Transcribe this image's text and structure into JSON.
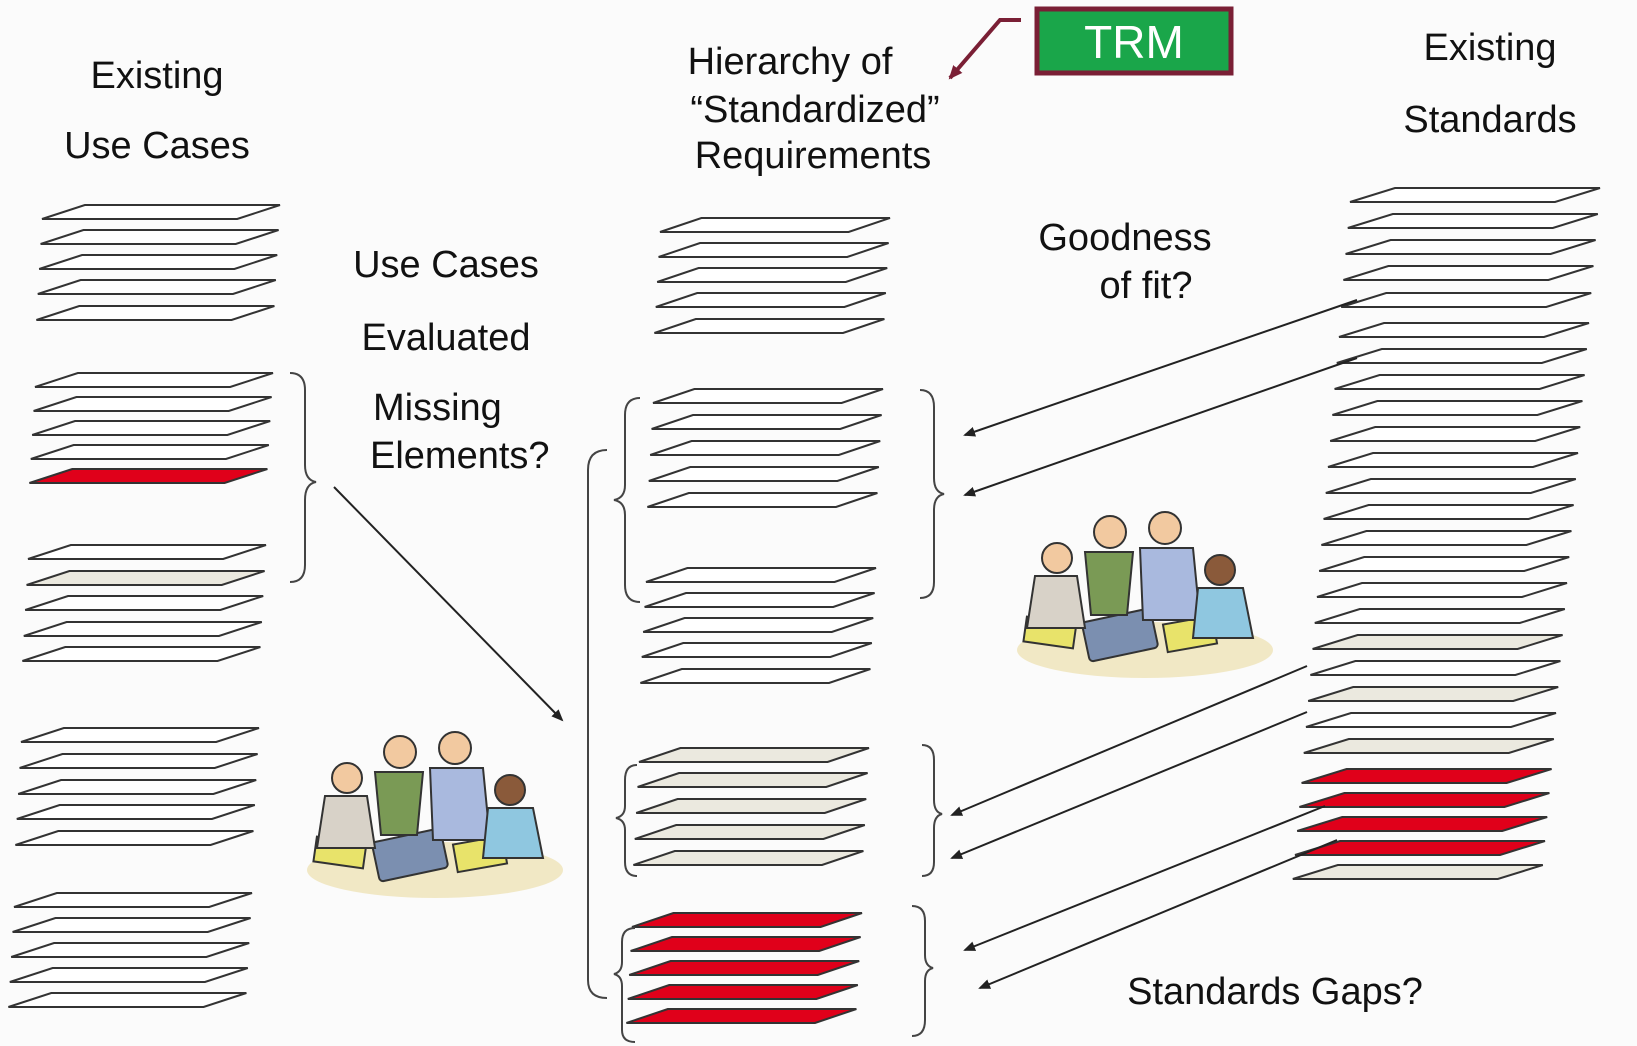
{
  "labels": {
    "existing_use_cases_1": "Existing",
    "existing_use_cases_2": "Use Cases",
    "hierarchy_1": "Hierarchy of",
    "hierarchy_2": "“Standardized”",
    "hierarchy_3": "Requirements",
    "existing_standards_1": "Existing",
    "existing_standards_2": "Standards",
    "use_cases_1": "Use Cases",
    "use_cases_2": "Evaluated",
    "missing_1": "Missing",
    "missing_2": "Elements?",
    "goodness_1": "Goodness",
    "goodness_2": "of fit?",
    "standards_gaps": "Standards Gaps?",
    "trm": "TRM"
  },
  "colors": {
    "sheet_white": "#ffffff",
    "sheet_beige": "#ebe9df",
    "sheet_red": "#e0001a",
    "outline": "#333333",
    "trm_fill": "#1aa64a",
    "trm_border": "#7a1f35",
    "arrow": "#222222"
  },
  "stacks": {
    "left": [
      "white",
      "white",
      "white",
      "white",
      "white",
      "white",
      "white",
      "white",
      "white",
      "red",
      "white",
      "beige",
      "white",
      "white",
      "white",
      "white",
      "white",
      "white",
      "white",
      "white",
      "white",
      "white",
      "white",
      "white",
      "white"
    ],
    "middle": [
      "white",
      "white",
      "white",
      "white",
      "white",
      "white",
      "white",
      "white",
      "white",
      "white",
      "white",
      "white",
      "white",
      "white",
      "white",
      "beige",
      "beige",
      "beige",
      "beige",
      "beige",
      "red",
      "red",
      "red",
      "red",
      "red"
    ],
    "right": [
      "white",
      "white",
      "white",
      "white",
      "white",
      "white",
      "white",
      "white",
      "white",
      "white",
      "white",
      "white",
      "white",
      "white",
      "white",
      "white",
      "white",
      "beige",
      "white",
      "beige",
      "white",
      "beige",
      "red",
      "red",
      "red",
      "red",
      "beige"
    ]
  },
  "icons": [
    "team-meeting-icon",
    "team-meeting-icon"
  ]
}
